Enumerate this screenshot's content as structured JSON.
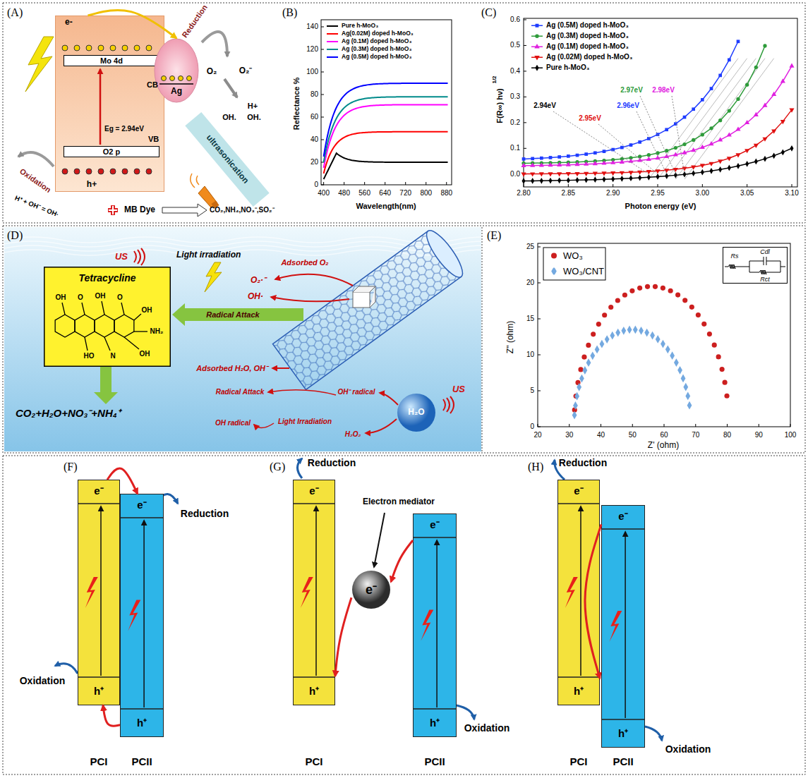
{
  "diagram": {
    "nodes": [
      {
        "text": [
          "e-",
          "CB",
          "Eg = 2.94eV",
          "VB",
          "h+"
        ]
      },
      {
        "text": [
          "Mo 4d"
        ],
        "in": 0
      },
      {
        "text": [
          "O2 p"
        ],
        "in": 0
      },
      {
        "text": [
          "Ag"
        ]
      },
      {
        "text": [
          "Tetracycline"
        ]
      },
      {
        "text": [
          "H₂O"
        ]
      },
      {
        "text": [
          "Rs",
          "Cdl",
          "Rct"
        ]
      },
      {
        "text": [
          "e⁻",
          "h⁺",
          "PCI"
        ]
      },
      {
        "text": [
          "e⁻",
          "h⁺",
          "PCII"
        ]
      },
      {
        "text": [
          "e⁻",
          "h⁺",
          "PCI"
        ]
      },
      {
        "text": [
          "Electron mediator",
          "e⁻"
        ]
      },
      {
        "text": [
          "e⁻",
          "h⁺",
          "PCII"
        ]
      },
      {
        "text": [
          "e⁻",
          "h⁺",
          "PCI"
        ]
      },
      {
        "text": [
          "e⁻",
          "h⁺",
          "PCII"
        ]
      }
    ],
    "edges": [
      {
        "from": 0,
        "to": 3,
        "arrow": "to"
      },
      {
        "from": 7,
        "to": 8,
        "arrow": "to"
      },
      {
        "from": 8,
        "to": 7,
        "arrow": "to"
      },
      {
        "from": 11,
        "to": 10,
        "arrow": "to"
      },
      {
        "from": 10,
        "to": 9,
        "arrow": "to"
      },
      {
        "from": 13,
        "to": 12,
        "arrow": "to"
      }
    ],
    "labels": [
      "(A)",
      "Reduction",
      "O₂",
      "O₂⁻",
      "H+",
      "OH.",
      "OH.",
      "ultrasonication",
      "Oxidation",
      "H⁺ + OH⁻ = OH·",
      "MB Dye",
      "CO₂,NH₄,NO₃⁻,SO₂⁻",
      "(B)",
      "0",
      "20",
      "40",
      "60",
      "80",
      "100",
      "120",
      "140",
      "400",
      "480",
      "560",
      "640",
      "720",
      "800",
      "880",
      "Reflectance %",
      "Wavelength(nm)",
      "(C)",
      "0.0",
      "0.1",
      "0.2",
      "0.3",
      "0.4",
      "0.5",
      "0.6",
      "2.80",
      "2.85",
      "2.90",
      "2.95",
      "3.00",
      "3.05",
      "3.10",
      "F(R∞) hν)",
      "1/2",
      "2.94eV",
      "2.95eV",
      "2.96eV",
      "2.97eV",
      "2.98eV",
      "Photon energy (eV)",
      "(D)",
      "US",
      "Light irradiation",
      "OH",
      "O",
      "OH",
      "O",
      "OH",
      "NH₂",
      "OH",
      "HO",
      "N",
      "Radical Attack",
      "Adsorbed O₂",
      "O₂·⁻",
      "OH·",
      "Adsorbed H₂O, OH⁻",
      "CO₂+H₂O+NO₃⁻+NH₄⁺",
      "Radical Attack",
      "OH⁻ radical",
      "OH radical",
      "Light Irradiation",
      "H₂O₂",
      "US",
      "(E)",
      "0",
      "5",
      "10",
      "15",
      "20",
      "25",
      "20",
      "30",
      "40",
      "50",
      "60",
      "70",
      "80",
      "90",
      "100",
      "Z'' (ohm)",
      "Z' (ohm)",
      "(F)",
      "Reduction",
      "Oxidation",
      "(G)",
      "Reduction",
      "Oxidation",
      "(H)",
      "Reduction",
      "Oxidation"
    ],
    "legend": [
      {
        "text": "Pure h-MoO₃",
        "color": "#000000"
      },
      {
        "text": "Ag(0.02M) doped h-MoO₃",
        "color": "#ff0000"
      },
      {
        "text": "Ag (0.1M) doped h-MoO₃",
        "color": "#ff00ff"
      },
      {
        "text": "Ag (0.3M) doped h-MoO₃",
        "color": "#008b8b"
      },
      {
        "text": "Ag (0.5M) doped h-MoO₃",
        "color": "#0000ff"
      },
      {
        "text": "Ag (0.5M) doped h-MoO₃",
        "color": "#1e3cff"
      },
      {
        "text": "Ag (0.3M) doped h-MoO₃",
        "color": "#2e9b3a"
      },
      {
        "text": "Ag (0.1M) doped h-MoO₃",
        "color": "#e020e0"
      },
      {
        "text": "Ag (0.02M) doped h-MoO₃",
        "color": "#e01010"
      },
      {
        "text": "Pure h-MoO₃",
        "color": "#000000"
      },
      {
        "text": "WO₃",
        "color": "#cc1f1f"
      },
      {
        "text": "WO₃/CNT",
        "color": "#74a9e0"
      }
    ]
  }
}
